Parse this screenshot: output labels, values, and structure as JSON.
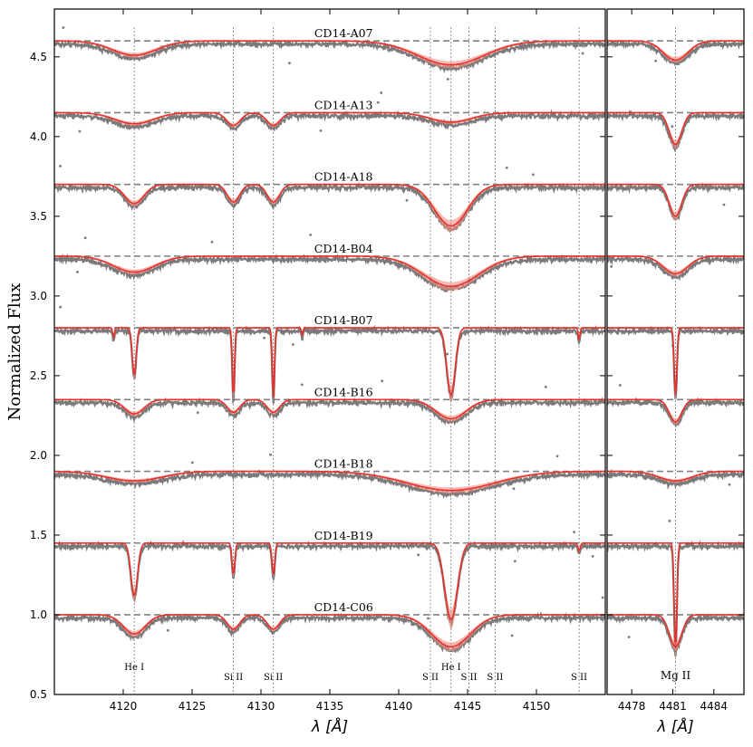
{
  "chart_data": {
    "type": "line",
    "ylabel": "Normalized Flux",
    "ylim": [
      0.5,
      4.8
    ],
    "yticks": [
      0.5,
      1.0,
      1.5,
      2.0,
      2.5,
      3.0,
      3.5,
      4.0,
      4.5
    ],
    "colors": {
      "observed": "#7a7a7a",
      "model": "#e8312a",
      "band": "#f08a80",
      "guide": "#777777"
    },
    "panels": [
      {
        "id": "left",
        "xlabel": "λ [Å]",
        "xlim": [
          4115,
          4155
        ],
        "xticks": [
          4120,
          4125,
          4130,
          4135,
          4140,
          4145,
          4150
        ],
        "line_markers": [
          {
            "wavelength": 4120.8,
            "label": "He I"
          },
          {
            "wavelength": 4128.0,
            "label": "Si II"
          },
          {
            "wavelength": 4130.9,
            "label": "Si II"
          },
          {
            "wavelength": 4142.3,
            "label": "S II"
          },
          {
            "wavelength": 4143.8,
            "label": "He I"
          },
          {
            "wavelength": 4145.1,
            "label": "S II"
          },
          {
            "wavelength": 4147.0,
            "label": "S II"
          },
          {
            "wavelength": 4153.1,
            "label": "S II"
          }
        ]
      },
      {
        "id": "right",
        "xlabel": "λ [Å]",
        "xlim": [
          4476.2,
          4486.2
        ],
        "xticks": [
          4478,
          4481,
          4484
        ],
        "line_markers": [
          {
            "wavelength": 4481.2,
            "label": "Mg II"
          }
        ]
      }
    ],
    "stars": [
      {
        "name": "CD14-A07",
        "offset": 4.6,
        "lines": [
          {
            "w": 4120.8,
            "d": 0.09,
            "s": 1.6
          },
          {
            "w": 4143.8,
            "d": 0.15,
            "s": 2.4
          }
        ],
        "mg": {
          "d": 0.12,
          "s": 0.9
        }
      },
      {
        "name": "CD14-A13",
        "offset": 4.15,
        "lines": [
          {
            "w": 4120.8,
            "d": 0.07,
            "s": 1.4
          },
          {
            "w": 4128.0,
            "d": 0.08,
            "s": 0.5
          },
          {
            "w": 4130.9,
            "d": 0.08,
            "s": 0.5
          },
          {
            "w": 4143.8,
            "d": 0.06,
            "s": 1.5
          }
        ],
        "mg": {
          "d": 0.2,
          "s": 0.45
        }
      },
      {
        "name": "CD14-A18",
        "offset": 3.7,
        "lines": [
          {
            "w": 4120.8,
            "d": 0.12,
            "s": 0.7
          },
          {
            "w": 4128.0,
            "d": 0.11,
            "s": 0.45
          },
          {
            "w": 4130.9,
            "d": 0.11,
            "s": 0.45
          },
          {
            "w": 4143.8,
            "d": 0.26,
            "s": 1.2
          }
        ],
        "mg": {
          "d": 0.2,
          "s": 0.45
        }
      },
      {
        "name": "CD14-B04",
        "offset": 3.25,
        "lines": [
          {
            "w": 4120.8,
            "d": 0.1,
            "s": 1.5
          },
          {
            "w": 4143.8,
            "d": 0.19,
            "s": 2.0
          }
        ],
        "mg": {
          "d": 0.11,
          "s": 0.9
        }
      },
      {
        "name": "CD14-B07",
        "offset": 2.8,
        "lines": [
          {
            "w": 4120.8,
            "d": 0.3,
            "s": 0.14
          },
          {
            "w": 4128.0,
            "d": 0.45,
            "s": 0.08
          },
          {
            "w": 4130.9,
            "d": 0.45,
            "s": 0.08
          },
          {
            "w": 4143.8,
            "d": 0.42,
            "s": 0.3
          },
          {
            "w": 4133.0,
            "d": 0.05,
            "s": 0.05
          },
          {
            "w": 4119.3,
            "d": 0.06,
            "s": 0.06
          },
          {
            "w": 4153.1,
            "d": 0.08,
            "s": 0.06
          }
        ],
        "mg": {
          "d": 0.42,
          "s": 0.1
        }
      },
      {
        "name": "CD14-B16",
        "offset": 2.35,
        "lines": [
          {
            "w": 4120.8,
            "d": 0.09,
            "s": 0.7
          },
          {
            "w": 4128.0,
            "d": 0.08,
            "s": 0.45
          },
          {
            "w": 4130.9,
            "d": 0.08,
            "s": 0.45
          },
          {
            "w": 4143.8,
            "d": 0.12,
            "s": 1.1
          }
        ],
        "mg": {
          "d": 0.14,
          "s": 0.45
        }
      },
      {
        "name": "CD14-B18",
        "offset": 1.9,
        "lines": [
          {
            "w": 4120.8,
            "d": 0.06,
            "s": 2.0
          },
          {
            "w": 4143.8,
            "d": 0.12,
            "s": 3.2
          }
        ],
        "mg": {
          "d": 0.06,
          "s": 1.2
        }
      },
      {
        "name": "CD14-B19",
        "offset": 1.45,
        "lines": [
          {
            "w": 4120.8,
            "d": 0.33,
            "s": 0.24
          },
          {
            "w": 4128.0,
            "d": 0.2,
            "s": 0.1
          },
          {
            "w": 4130.9,
            "d": 0.2,
            "s": 0.1
          },
          {
            "w": 4143.8,
            "d": 0.48,
            "s": 0.45
          },
          {
            "w": 4153.1,
            "d": 0.05,
            "s": 0.08
          }
        ],
        "mg": {
          "d": 0.68,
          "s": 0.1
        }
      },
      {
        "name": "CD14-C06",
        "offset": 1.0,
        "lines": [
          {
            "w": 4120.8,
            "d": 0.12,
            "s": 0.8
          },
          {
            "w": 4128.0,
            "d": 0.09,
            "s": 0.45
          },
          {
            "w": 4130.9,
            "d": 0.09,
            "s": 0.45
          },
          {
            "w": 4143.8,
            "d": 0.2,
            "s": 1.4
          }
        ],
        "mg": {
          "d": 0.2,
          "s": 0.45
        }
      }
    ]
  }
}
